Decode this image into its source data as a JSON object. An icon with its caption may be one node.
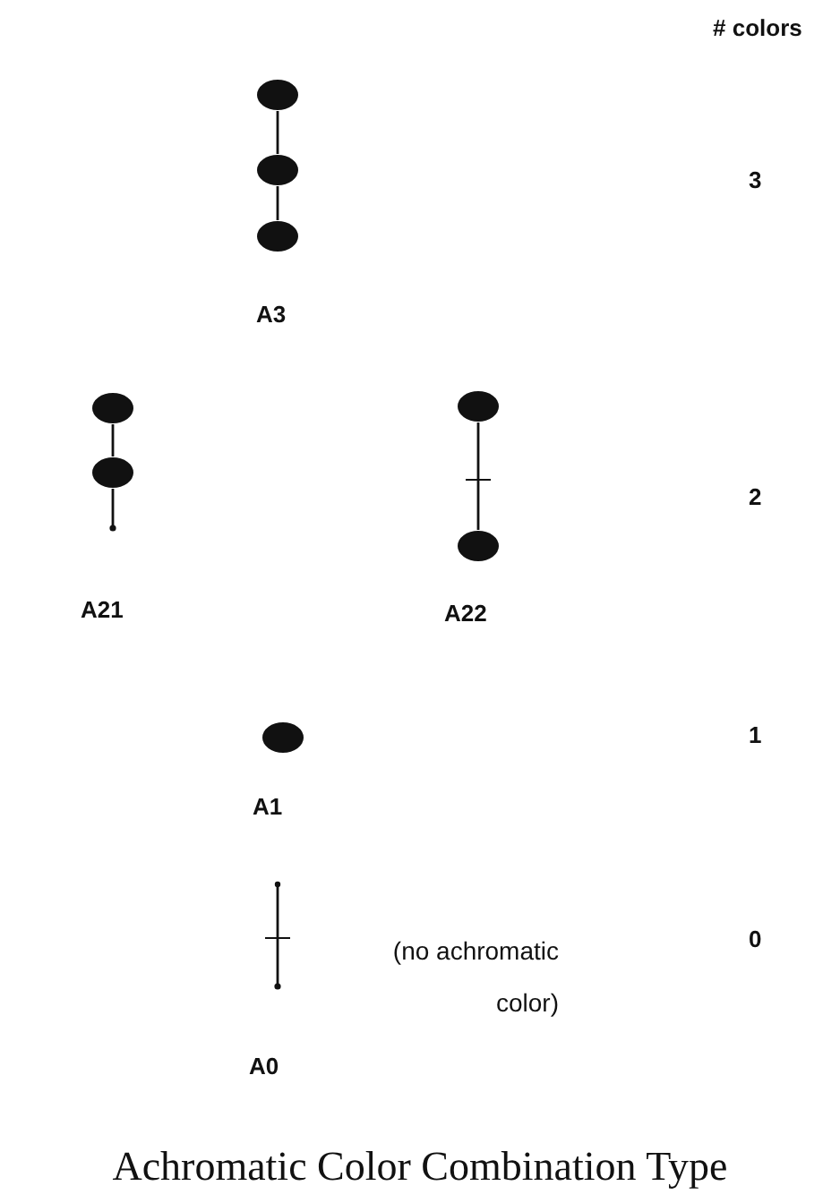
{
  "diagram": {
    "caption": "Achromatic Color Combination Type",
    "nodes": [
      {
        "text": [],
        "shape": "circle"
      },
      {
        "text": [],
        "shape": "circle"
      },
      {
        "text": [],
        "shape": "circle"
      },
      {
        "text": [],
        "shape": "circle"
      },
      {
        "text": [],
        "shape": "circle"
      },
      {
        "text": [],
        "shape": "circle"
      },
      {
        "text": [],
        "shape": "circle"
      },
      {
        "text": [],
        "shape": "circle"
      }
    ],
    "edges": [
      {
        "from": 0,
        "to": 1,
        "arrow": "none"
      },
      {
        "from": 1,
        "to": 2,
        "arrow": "none"
      },
      {
        "from": 3,
        "to": 4,
        "arrow": "none"
      },
      {
        "from": 5,
        "to": 6,
        "arrow": "none"
      }
    ],
    "labels": [
      "# colors",
      "3",
      "A3",
      "2",
      "A21",
      "A22",
      "1",
      "A1",
      "(no achromatic color)",
      "0",
      "A0"
    ]
  }
}
